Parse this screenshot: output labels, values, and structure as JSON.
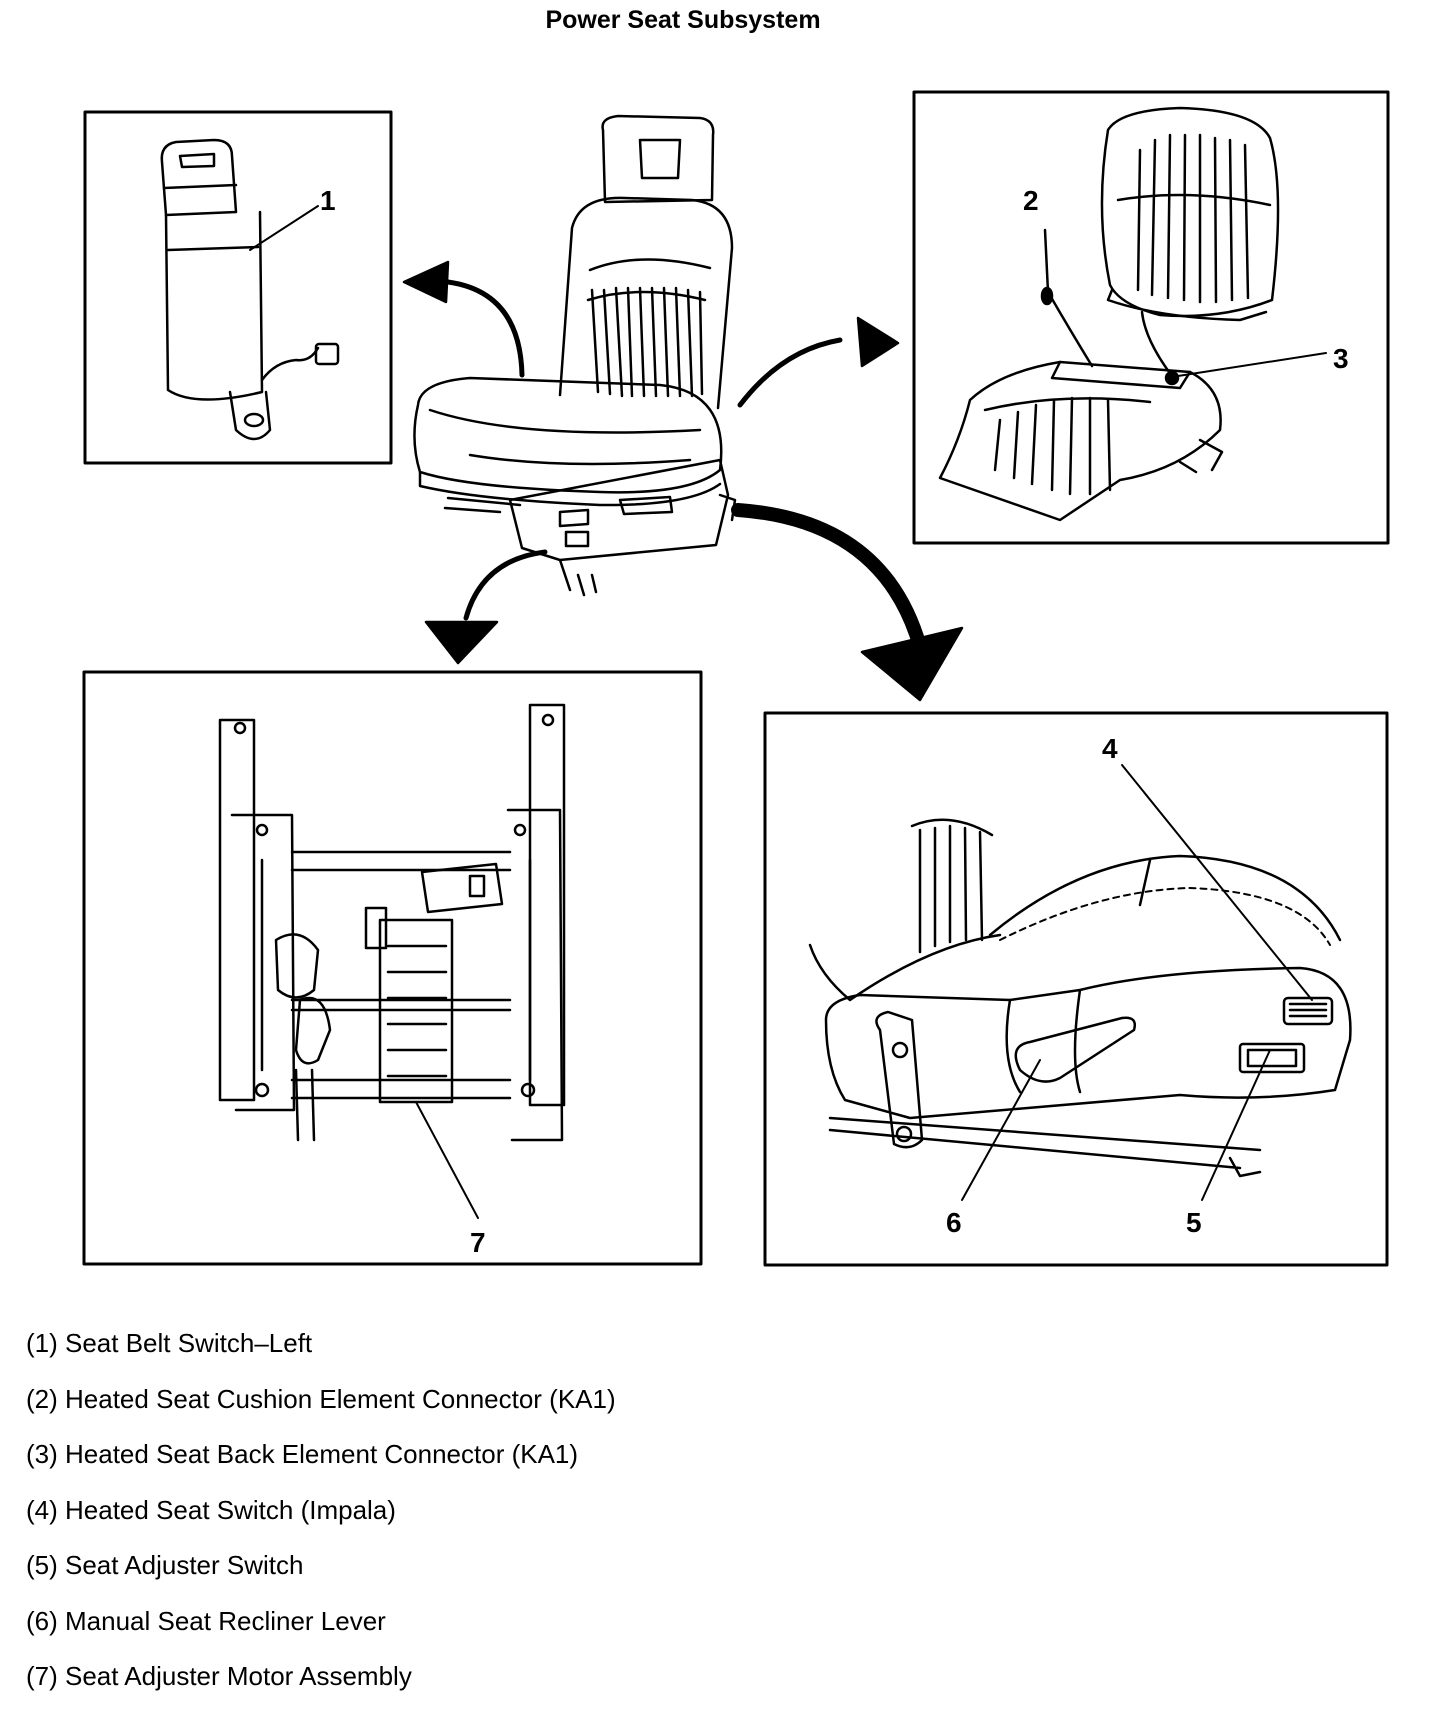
{
  "title": "Power Seat Subsystem",
  "callouts": {
    "c1": "1",
    "c2": "2",
    "c3": "3",
    "c4": "4",
    "c5": "5",
    "c6": "6",
    "c7": "7"
  },
  "legend": [
    "(1) Seat Belt Switch–Left",
    "(2) Heated Seat Cushion Element Connector (KA1)",
    "(3) Heated Seat Back Element Connector (KA1)",
    "(4) Heated Seat Switch (Impala)",
    "(5) Seat Adjuster Switch",
    "(6) Manual Seat Recliner Lever",
    "(7) Seat Adjuster Motor Assembly"
  ]
}
